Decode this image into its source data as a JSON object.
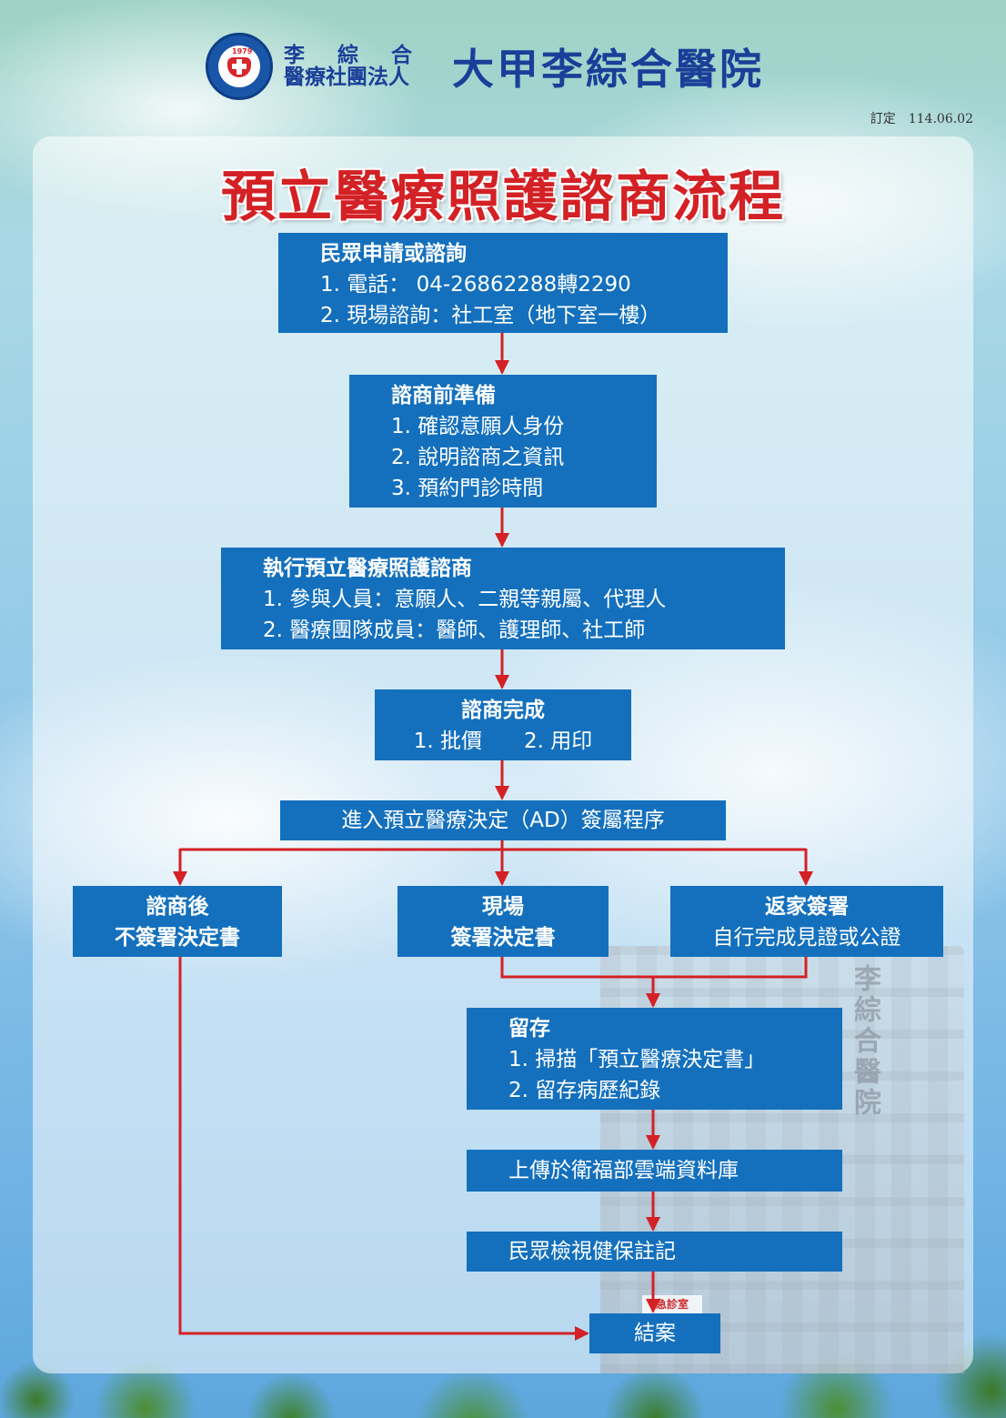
{
  "header": {
    "org_line1": "李綜合",
    "org_line2": "醫療社團法人",
    "hospital_name": "大甲李綜合醫院",
    "logo_year": "1979"
  },
  "revision": "訂定　114.06.02",
  "title": "預立醫療照護諮商流程",
  "building": {
    "sign": "李綜合醫院",
    "er_sign": "急診室"
  },
  "colors": {
    "box": "#1470bd",
    "arrow": "#d32125",
    "title": "#d32125",
    "header": "#1a3f98"
  },
  "flow": {
    "inquiry": {
      "head": "民眾申請或諮詢",
      "lines": [
        "1. 電話：  04-26862288轉2290",
        "2. 現場諮詢：社工室（地下室一樓）"
      ]
    },
    "preparation": {
      "head": "諮商前準備",
      "lines": [
        "1. 確認意願人身份",
        "2. 說明諮商之資訊",
        "3. 預約門診時間"
      ]
    },
    "execute": {
      "head": "執行預立醫療照護諮商",
      "lines": [
        "1. 參與人員：意願人、二親等親屬、代理人",
        "2. 醫療團隊成員：醫師、護理師、社工師"
      ]
    },
    "complete": {
      "head": "諮商完成",
      "lines": [
        "1. 批價　　2. 用印"
      ]
    },
    "ad_procedure": "進入預立醫療決定（AD）簽屬程序",
    "branch_no_sign": {
      "line1": "諮商後",
      "line2": "不簽署決定書"
    },
    "branch_onsite": {
      "line1": "現場",
      "line2": "簽署決定書"
    },
    "branch_home": {
      "line1": "返家簽署",
      "line2": "自行完成見證或公證"
    },
    "storage": {
      "head": "留存",
      "lines": [
        "1. 掃描「預立醫療決定書」",
        "2. 留存病歷紀錄"
      ]
    },
    "upload": "上傳於衛福部雲端資料庫",
    "review": "民眾檢視健保註記",
    "close": "結案"
  }
}
